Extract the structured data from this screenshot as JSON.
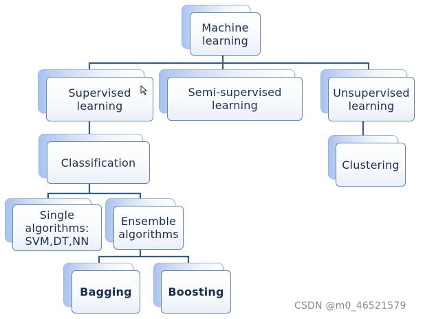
{
  "nodes": {
    "machine_learning": "Machine\nlearning",
    "supervised": "Supervised\nlearning",
    "semi_supervised": "Semi-supervised\nlearning",
    "unsupervised": "Unsupervised\nlearning",
    "classification": "Classification",
    "clustering": "Clustering",
    "single": "Single\nalgorithms:\nSVM,DT,NN",
    "ensemble": "Ensemble\nalgorithms",
    "bagging": "Bagging",
    "boosting": "Boosting"
  },
  "watermark": "CSDN @m0_46521579",
  "colors": {
    "connector": "#2f5d8f",
    "node_border": "#5f86b8",
    "text": "#1b3050"
  }
}
